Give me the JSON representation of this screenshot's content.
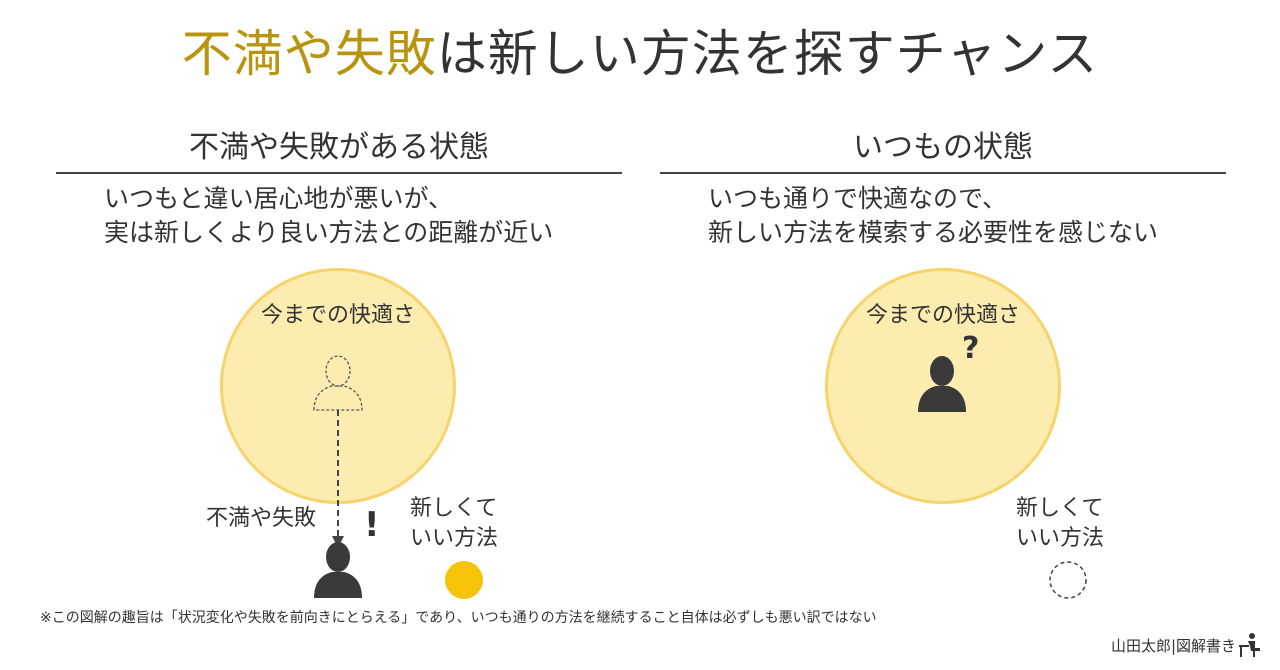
{
  "header": {
    "title_accent": "不満や失敗",
    "title_rest": "は新しい方法を探すチャンス",
    "accent_color": "#b8940f"
  },
  "left_panel": {
    "title": "不満や失敗がある状態",
    "desc_line1": "いつもと違い居心地が悪いが、",
    "desc_line2": "実は新しくより良い方法との距離が近い",
    "circle_label": "今までの快適さ",
    "arrow_label": "不満や失敗",
    "exclaim": "!",
    "new_method_line1": "新しくて",
    "new_method_line2": "いい方法",
    "icons": [
      "person-outline-icon",
      "person-icon",
      "exclamation-icon",
      "filled-dot-icon"
    ]
  },
  "right_panel": {
    "title": "いつもの状態",
    "desc_line1": "いつも通りで快適なので、",
    "desc_line2": "新しい方法を模索する必要性を感じない",
    "circle_label": "今までの快適さ",
    "question": "?",
    "new_method_line1": "新しくて",
    "new_method_line2": "いい方法",
    "icons": [
      "person-icon",
      "question-icon",
      "dashed-circle-icon"
    ]
  },
  "colors": {
    "circle_fill": "#fdecb0",
    "circle_border": "#f6d36b",
    "dot": "#f7c20a",
    "person": "#3a3a3a"
  },
  "footer": {
    "note": "※この図解の趣旨は「状況変化や失敗を前向きにとらえる」であり、いつも通りの方法を継続すること自体は必ずしも悪い訳ではない",
    "credit": "山田太郎|図解書き",
    "credit_icon": "person-at-desk-icon"
  }
}
